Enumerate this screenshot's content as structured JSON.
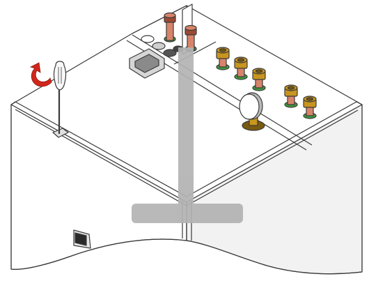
{
  "diagram": {
    "colors": {
      "outline": "#3a3a3a",
      "panel": "#ffffff",
      "side_shade": "#f2f2f2",
      "brass": "#c8951e",
      "brass_dark": "#7a5a10",
      "copper": "#d8846a",
      "copper_dark": "#9b4a33",
      "green_ring": "#3e9a3e",
      "arrow_red": "#d2261b",
      "overlay_gray": "#b3b3b3",
      "handle_white": "#f8f8f8"
    },
    "icons": {
      "rotation_arrow": "counterclockwise-arrow-icon",
      "screwdriver": "screwdriver-icon",
      "pressure_gauge": "pressure-gauge-icon",
      "lift_direction": "t-shaped-lift-indicator"
    },
    "fittings": {
      "copper_pipe_count": 2,
      "brass_fitting_count": 5
    }
  }
}
